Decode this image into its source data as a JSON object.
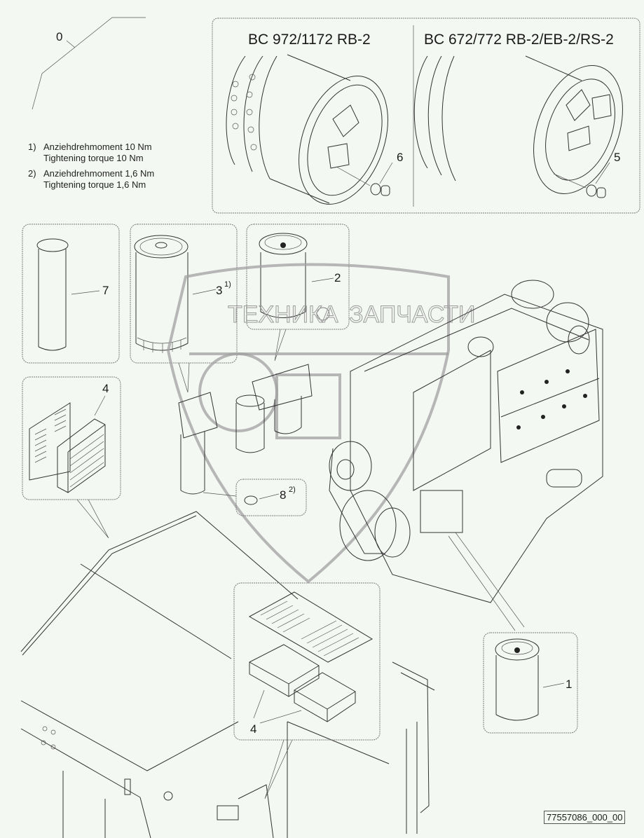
{
  "diagram": {
    "type": "exploded-parts-view",
    "document_id": "77557086_000_00",
    "notes": [
      {
        "marker": "1)",
        "lines": [
          "Anziehdrehmoment 10 Nm",
          "Tightening torque 10 Nm"
        ]
      },
      {
        "marker": "2)",
        "lines": [
          "Anziehdrehmoment 1,6 Nm",
          "Tightening torque 1,6 Nm"
        ]
      }
    ],
    "variants": [
      {
        "title": "BC 972/1172 RB-2",
        "callout": "6"
      },
      {
        "title": "BC 672/772 RB-2/EB-2/RS-2",
        "callout": "5"
      }
    ],
    "callouts": {
      "assembly": "0",
      "fuel_filter_main": "1",
      "fuel_filter": "2",
      "oil_filter": "3",
      "oil_filter_sup": "1)",
      "air_filter_cab": "4",
      "air_filter_lower": "4",
      "hydraulic_cartridge": "7",
      "seal_ring": "8",
      "seal_ring_sup": "2)"
    },
    "watermark": {
      "left_word": "ТЕХНИКА",
      "right_word": "ЗАПЧАСТИ"
    }
  }
}
